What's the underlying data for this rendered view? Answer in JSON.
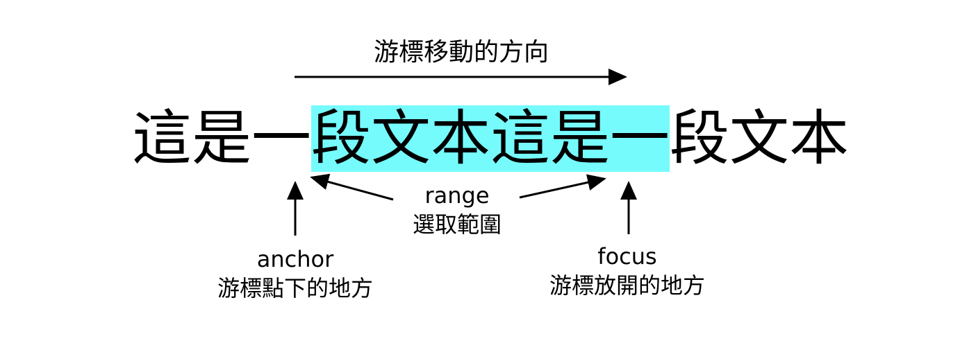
{
  "direction_title": "游標移動的方向",
  "sentence": {
    "before": "這是一",
    "selected": "段文本這是一",
    "after": "段文本"
  },
  "range": {
    "term": "range",
    "label": "選取範圍"
  },
  "anchor": {
    "term": "anchor",
    "label": "游標點下的地方"
  },
  "focus": {
    "term": "focus",
    "label": "游標放開的地方"
  },
  "colors": {
    "selection": "#76fbfd",
    "ink": "#000000",
    "background": "#ffffff"
  }
}
